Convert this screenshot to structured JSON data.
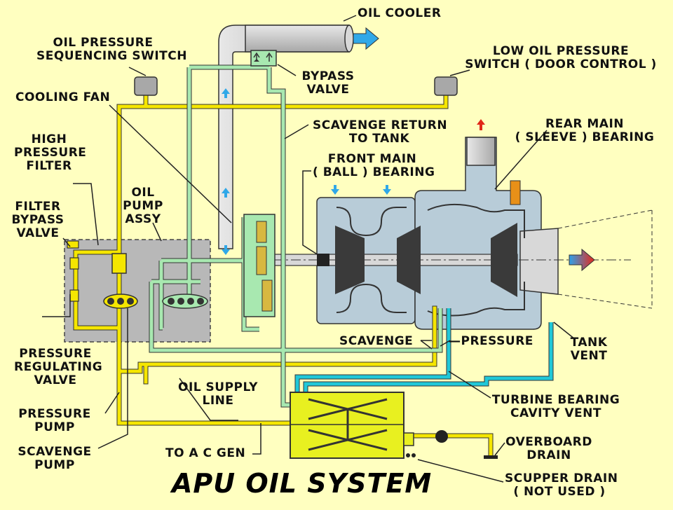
{
  "title": "APU OIL SYSTEM",
  "labels": {
    "oil_cooler": "OIL COOLER",
    "oil_pressure_sequencing_switch": [
      "OIL PRESSURE",
      "SEQUENCING SWITCH"
    ],
    "low_oil_pressure_switch": [
      "LOW OIL PRESSURE",
      "SWITCH  ( DOOR CONTROL )"
    ],
    "bypass_valve": [
      "BYPASS",
      "VALVE"
    ],
    "cooling_fan": "COOLING FAN",
    "scavenge_return": [
      "SCAVENGE RETURN",
      "TO TANK"
    ],
    "rear_main_bearing": [
      "REAR MAIN",
      "( SLEEVE ) BEARING"
    ],
    "high_pressure_filter": [
      "HIGH",
      "PRESSURE",
      "FILTER"
    ],
    "front_main_bearing": [
      "FRONT MAIN",
      "( BALL ) BEARING"
    ],
    "oil_pump_assy": [
      "OIL",
      "PUMP",
      "ASSY"
    ],
    "filter_bypass_valve": [
      "FILTER",
      "BYPASS",
      "VALVE"
    ],
    "scavenge": "SCAVENGE",
    "pressure": "—PRESSURE",
    "tank_vent": [
      "TANK",
      "VENT"
    ],
    "pressure_regulating_valve": [
      "PRESSURE",
      "REGULATING",
      "VALVE"
    ],
    "oil_supply_line": [
      "OIL SUPPLY",
      "LINE"
    ],
    "turbine_bearing_cavity_vent": [
      "TURBINE BEARING",
      "CAVITY VENT"
    ],
    "pressure_pump": [
      "PRESSURE",
      "PUMP"
    ],
    "overboard_drain": [
      "OVERBOARD",
      "DRAIN"
    ],
    "scavenge_pump": [
      "SCAVENGE",
      "PUMP"
    ],
    "to_ac_gen": "TO  A C  GEN",
    "scupper_drain": [
      "SCUPPER DRAIN",
      "( NOT USED )"
    ]
  },
  "colors": {
    "background": "#ffffc0",
    "pressure_line": "#f5e600",
    "scavenge_line": "#a8e8b0",
    "vent_line": "#20c8d8",
    "duct": "#c8c8c8",
    "housing": "#b8ccd8",
    "arrow_blue": "#30a8e8",
    "arrow_red": "#e02818",
    "tank": "#e8f020"
  }
}
